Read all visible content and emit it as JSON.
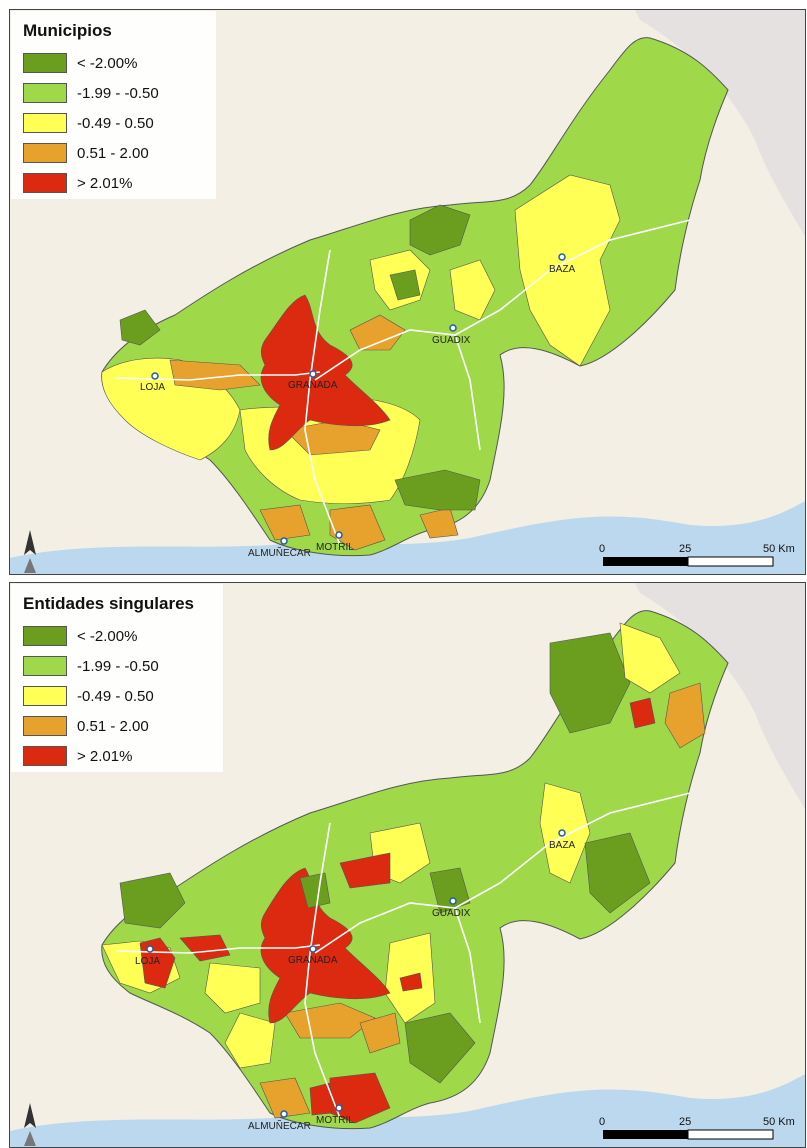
{
  "legend_classes": [
    {
      "label": "< -2.00%",
      "color": "#6b9e1f"
    },
    {
      "label": "-1.99 - -0.50",
      "color": "#9fd94a"
    },
    {
      "label": "-0.49 - 0.50",
      "color": "#ffff55"
    },
    {
      "label": "0.51 - 2.00",
      "color": "#e6a22c"
    },
    {
      "label": "> 2.01%",
      "color": "#dc2a10"
    }
  ],
  "panels": [
    {
      "title": "Municipios"
    },
    {
      "title": "Entidades singulares"
    }
  ],
  "cities": [
    "LOJA",
    "GRANADA",
    "GUADIX",
    "BAZA",
    "ALMUÑECAR",
    "MOTRIL"
  ],
  "scale": {
    "zero": "0",
    "mid": "25",
    "max": "50 Km"
  },
  "colors": {
    "sea": "#bcd8ee",
    "land": "#f3efe4",
    "neighbor": "#e6e1e1",
    "boundary": "#555555",
    "road": "#ffffff"
  }
}
